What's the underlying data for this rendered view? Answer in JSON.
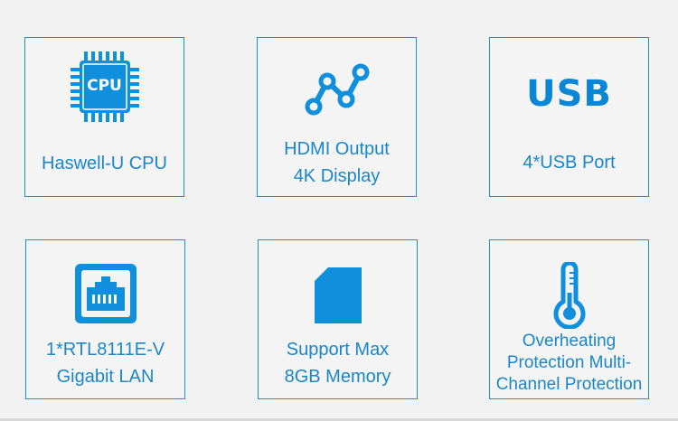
{
  "colors": {
    "accent": "#1e8fd0",
    "text": "#1b86c8",
    "background": "#f2f2f2"
  },
  "features": [
    {
      "icon": "cpu-chip-icon",
      "icon_text": "CPU",
      "lines": [
        "Haswell-U CPU"
      ]
    },
    {
      "icon": "hdmi-graph-icon",
      "lines": [
        "HDMI Output",
        "4K Display"
      ]
    },
    {
      "icon": "usb-icon",
      "icon_text": "USB",
      "lines": [
        "4*USB Port"
      ]
    },
    {
      "icon": "ethernet-port-icon",
      "lines": [
        "1*RTL8111E-V",
        "Gigabit LAN"
      ]
    },
    {
      "icon": "memory-card-icon",
      "lines": [
        "Support Max",
        "8GB Memory"
      ]
    },
    {
      "icon": "thermometer-icon",
      "lines": [
        "Overheating",
        "Protection Multi-",
        "Channel Protection"
      ]
    }
  ]
}
